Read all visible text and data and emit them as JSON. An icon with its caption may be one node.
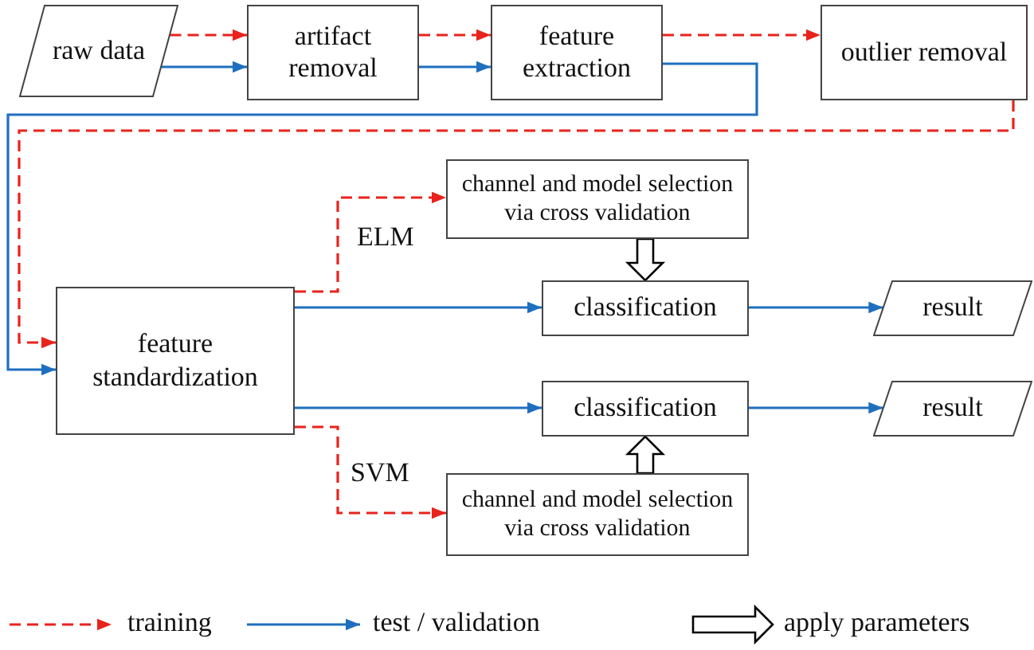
{
  "diagram": {
    "nodes": [
      {
        "text": [
          "raw data"
        ]
      },
      {
        "text": [
          "artifact removal"
        ]
      },
      {
        "text": [
          "feature extraction"
        ]
      },
      {
        "text": [
          "outlier removal"
        ]
      },
      {
        "text": [
          "feature standardization"
        ]
      },
      {
        "text": [
          "channel and model selection via cross validation"
        ]
      },
      {
        "text": [
          "classification"
        ]
      },
      {
        "text": [
          "result"
        ]
      },
      {
        "text": [
          "classification"
        ]
      },
      {
        "text": [
          "result"
        ]
      },
      {
        "text": [
          "channel and model selection via cross validation"
        ]
      }
    ],
    "edges": [
      {
        "from": 0,
        "to": 1,
        "arrow": "to",
        "style": "dashed",
        "color": "#e8231c"
      },
      {
        "from": 0,
        "to": 1,
        "arrow": "to"
      },
      {
        "from": 1,
        "to": 2,
        "arrow": "to",
        "style": "dashed",
        "color": "#e8231c"
      },
      {
        "from": 1,
        "to": 2,
        "arrow": "to"
      },
      {
        "from": 2,
        "to": 3,
        "arrow": "to",
        "style": "dashed",
        "color": "#e8231c"
      },
      {
        "from": 3,
        "to": 4,
        "arrow": "to",
        "style": "dashed",
        "color": "#e8231c"
      },
      {
        "from": 2,
        "to": 4,
        "arrow": "to"
      },
      {
        "from": 4,
        "to": 5,
        "arrow": "to",
        "style": "dashed",
        "color": "#e8231c",
        "label": "ELM"
      },
      {
        "from": 5,
        "to": 6,
        "arrow": "to",
        "style": "thick",
        "color": "#000000"
      },
      {
        "from": 4,
        "to": 6,
        "arrow": "to"
      },
      {
        "from": 6,
        "to": 7,
        "arrow": "to"
      },
      {
        "from": 4,
        "to": 8,
        "arrow": "to"
      },
      {
        "from": 8,
        "to": 9,
        "arrow": "to"
      },
      {
        "from": 10,
        "to": 8,
        "arrow": "to",
        "style": "thick",
        "color": "#000000"
      },
      {
        "from": 4,
        "to": 10,
        "arrow": "to",
        "style": "dashed",
        "color": "#e8231c",
        "label": "SVM"
      }
    ],
    "legend": [
      {
        "text": "training"
      },
      {
        "text": "test / validation"
      },
      {
        "text": "apply parameters"
      }
    ]
  }
}
